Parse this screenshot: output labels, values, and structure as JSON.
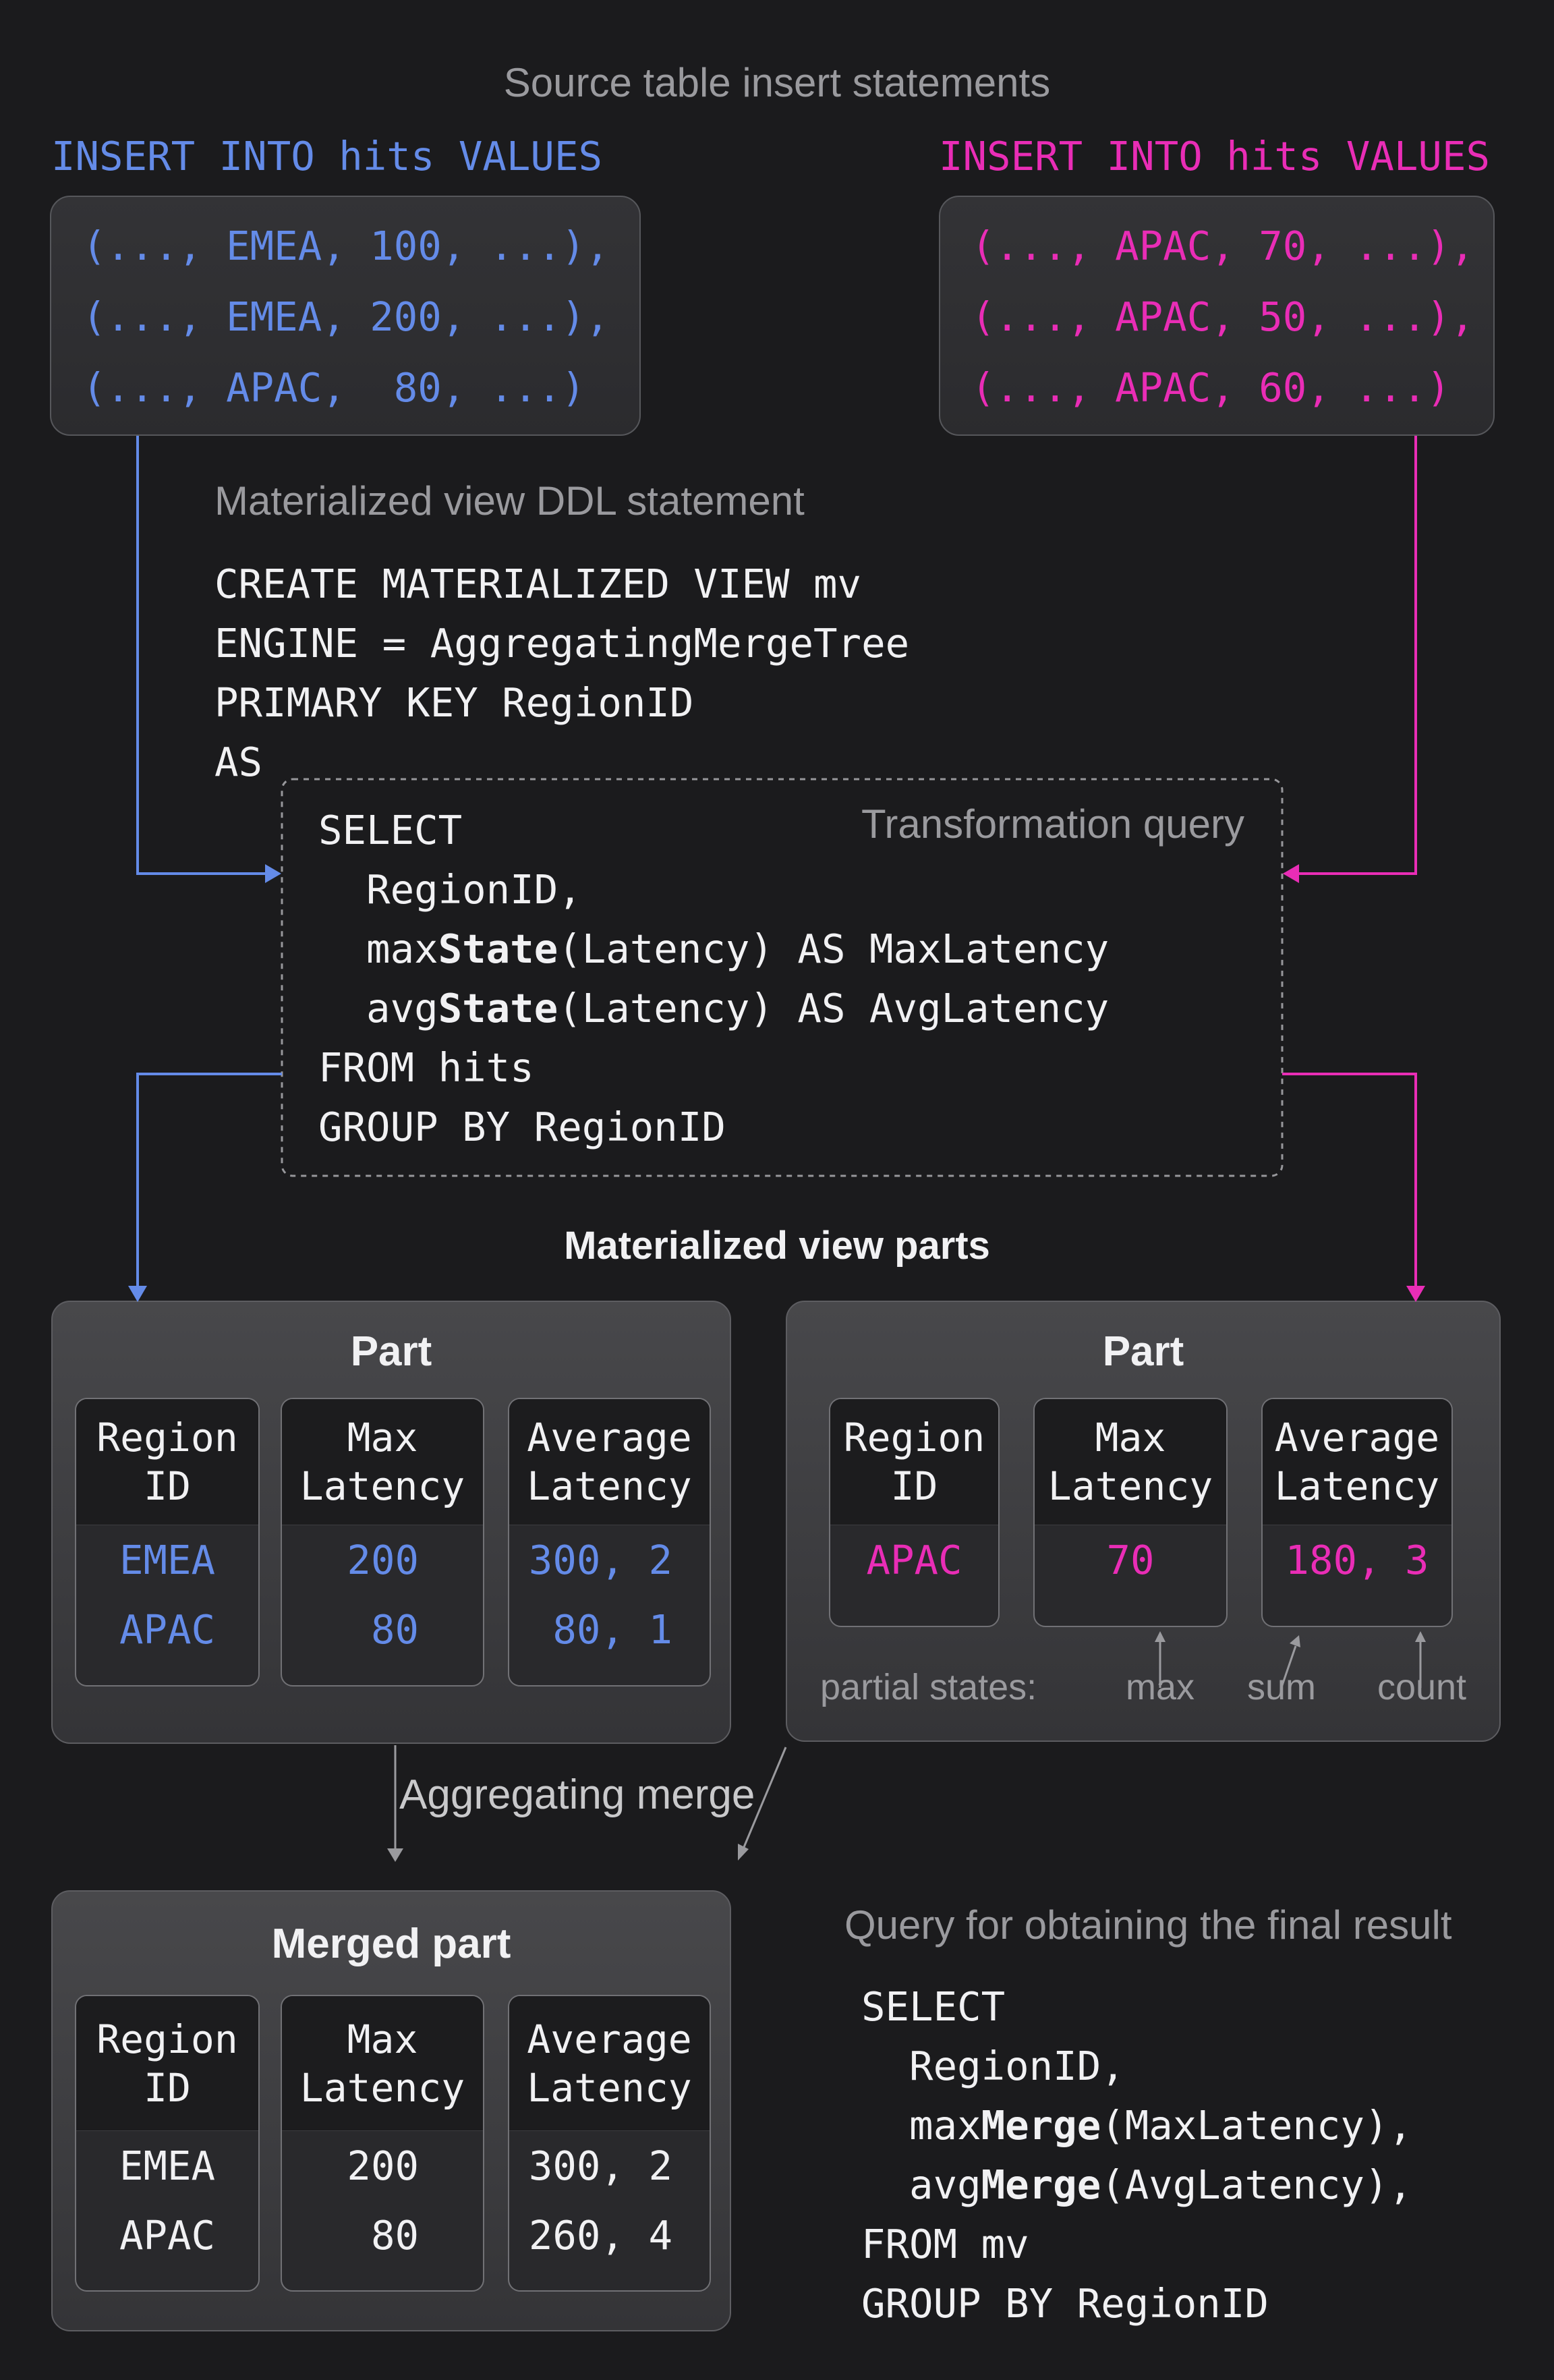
{
  "theme": {
    "bg": "#1b1b1d",
    "accent_blue": "#648be8",
    "accent_magenta": "#e92db6",
    "text_white": "#f1f1f3",
    "text_gray": "#9a9a9e"
  },
  "header": {
    "title": "Source table insert statements"
  },
  "inserts": {
    "left": {
      "label": "INSERT INTO hits VALUES",
      "rows": [
        "(..., EMEA, 100, ...),",
        "(..., EMEA, 200, ...),",
        "(..., APAC,  80, ...)"
      ]
    },
    "right": {
      "label": "INSERT INTO hits VALUES",
      "rows": [
        "(..., APAC, 70, ...),",
        "(..., APAC, 50, ...),",
        "(..., APAC, 60, ...)"
      ]
    }
  },
  "ddl": {
    "label": "Materialized view DDL statement",
    "lines": [
      "CREATE MATERIALIZED VIEW mv",
      "ENGINE = AggregatingMergeTree",
      "PRIMARY KEY RegionID",
      "AS"
    ]
  },
  "transform_query": {
    "label": "Transformation query",
    "lines": [
      {
        "pre": "SELECT",
        "bold": "",
        "post": ""
      },
      {
        "pre": "  RegionID,",
        "bold": "",
        "post": ""
      },
      {
        "pre": "  max",
        "bold": "State",
        "post": "(Latency) AS MaxLatency"
      },
      {
        "pre": "  avg",
        "bold": "State",
        "post": "(Latency) AS AvgLatency"
      },
      {
        "pre": "FROM hits",
        "bold": "",
        "post": ""
      },
      {
        "pre": "GROUP BY RegionID",
        "bold": "",
        "post": ""
      }
    ]
  },
  "parts_section": {
    "title": "Materialized view parts"
  },
  "part_left": {
    "title": "Part",
    "columns": [
      {
        "header": [
          "Region",
          "ID"
        ],
        "values": [
          "EMEA",
          "APAC"
        ]
      },
      {
        "header": [
          "Max",
          "Latency"
        ],
        "values": [
          "200",
          "80"
        ]
      },
      {
        "header": [
          "Average",
          "Latency"
        ],
        "values": [
          "300, 2",
          "80, 1"
        ]
      }
    ]
  },
  "part_right": {
    "title": "Part",
    "columns": [
      {
        "header": [
          "Region",
          "ID"
        ],
        "values": [
          "APAC"
        ]
      },
      {
        "header": [
          "Max",
          "Latency"
        ],
        "values": [
          "70"
        ]
      },
      {
        "header": [
          "Average",
          "Latency"
        ],
        "values": [
          "180, 3"
        ]
      }
    ],
    "partial_states": {
      "label": "partial states:",
      "markers": [
        "max",
        "sum",
        "count"
      ]
    }
  },
  "merge": {
    "label": "Aggregating merge"
  },
  "merged_part": {
    "title": "Merged part",
    "columns": [
      {
        "header": [
          "Region",
          "ID"
        ],
        "values": [
          "EMEA",
          "APAC"
        ]
      },
      {
        "header": [
          "Max",
          "Latency"
        ],
        "values": [
          "200",
          "80"
        ]
      },
      {
        "header": [
          "Average",
          "Latency"
        ],
        "values": [
          "300, 2",
          "260, 4"
        ]
      }
    ]
  },
  "final_query": {
    "label": "Query for obtaining the final result",
    "lines": [
      {
        "pre": "SELECT",
        "bold": "",
        "post": ""
      },
      {
        "pre": "  RegionID,",
        "bold": "",
        "post": ""
      },
      {
        "pre": "  max",
        "bold": "Merge",
        "post": "(MaxLatency),"
      },
      {
        "pre": "  avg",
        "bold": "Merge",
        "post": "(AvgLatency),"
      },
      {
        "pre": "FROM mv",
        "bold": "",
        "post": ""
      },
      {
        "pre": "GROUP BY RegionID",
        "bold": "",
        "post": ""
      }
    ]
  }
}
